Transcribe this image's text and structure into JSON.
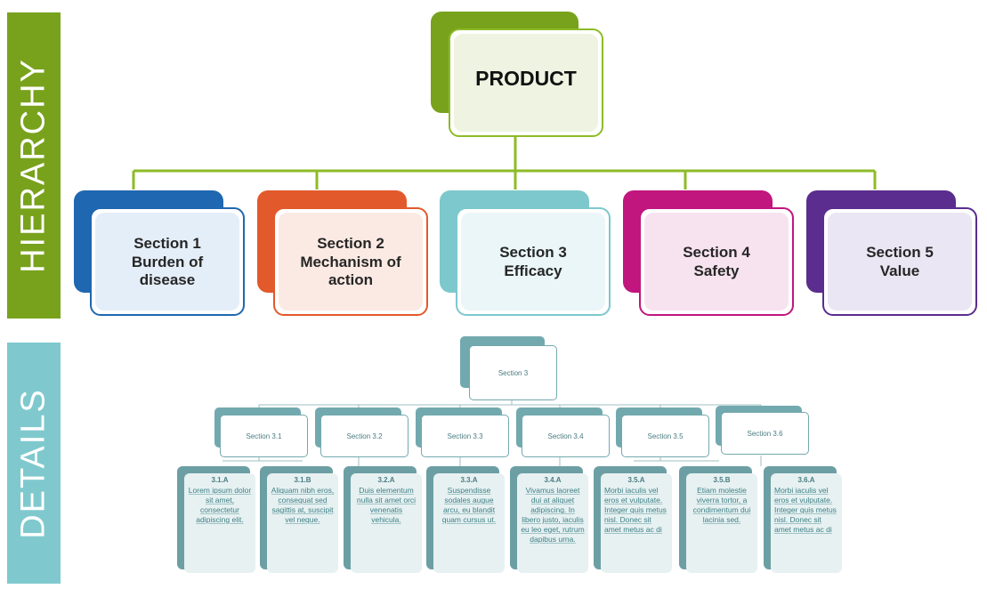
{
  "bands": {
    "hierarchy": {
      "label": "HIERARCHY",
      "color": "#78a21c"
    },
    "details": {
      "label": "DETAILS",
      "color": "#7fc9ce"
    }
  },
  "product": {
    "label": "PRODUCT"
  },
  "sections": [
    {
      "title": "Section 1",
      "subtitle": "Burden of disease",
      "color": "#1f67b1",
      "tint": "#e4eef8"
    },
    {
      "title": "Section 2",
      "subtitle": "Mechanism of action",
      "color": "#e2592b",
      "tint": "#fbeae3"
    },
    {
      "title": "Section 3",
      "subtitle": "Efficacy",
      "color": "#7cc8cd",
      "tint": "#eaf6f7"
    },
    {
      "title": "Section 4",
      "subtitle": "Safety",
      "color": "#c0167d",
      "tint": "#f7e3ef"
    },
    {
      "title": "Section 5",
      "subtitle": "Value",
      "color": "#5a2d8e",
      "tint": "#ebe6f3"
    }
  ],
  "details": {
    "root": "Section 3",
    "children": [
      "Section 3.1",
      "Section 3.2",
      "Section 3.3",
      "Section 3.4",
      "Section 3.5",
      "Section 3.6"
    ],
    "leaves": [
      {
        "code": "3.1.A",
        "text": "Lorem ipsum dolor sit amet, consectetur adipiscing elit."
      },
      {
        "code": "3.1.B",
        "text": "Aliquam nibh eros, consequat sed sagittis at, suscipit vel neque."
      },
      {
        "code": "3.2.A",
        "text": "Duis elementum nulla sit amet orci venenatis vehicula."
      },
      {
        "code": "3.3.A",
        "text": "Suspendisse sodales augue arcu, eu blandit quam cursus ut."
      },
      {
        "code": "3.4.A",
        "text": "Vivamus laoreet dui at aliquet adipiscing. In libero justo, iaculis eu leo eget, rutrum dapibus urna."
      },
      {
        "code": "3.5.A",
        "text": "Morbi iaculis vel eros et vulputate. Integer quis metus nisl. Donec sit amet metus ac di"
      },
      {
        "code": "3.5.B",
        "text": "Etiam molestie viverra tortor, a condimentum dui lacinia sed."
      },
      {
        "code": "3.6.A",
        "text": "Morbi iaculis vel eros et vulputate. Integer quis metus nisl. Donec sit amet metus ac di"
      }
    ]
  }
}
